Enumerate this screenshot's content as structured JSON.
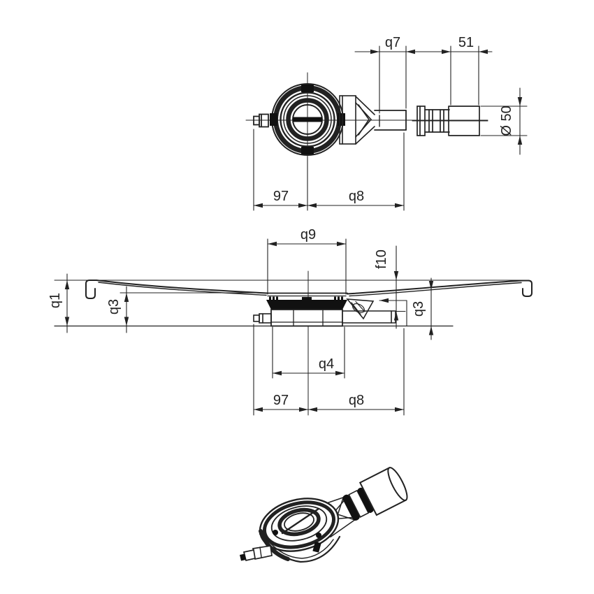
{
  "page": {
    "background_color": "#ffffff",
    "line_color": "#222222",
    "fill_color": "#111111"
  },
  "drawing": {
    "kind": "technical drawing of shower tray drain trap, three views",
    "dimensions": {
      "top": {
        "q7": "q7",
        "len_51": "51",
        "dia_50": "Ø 50",
        "len_97": "97",
        "q8": "q8"
      },
      "section": {
        "q9": "q9",
        "f10": "f10",
        "q1": "q1",
        "q3_left": "q3",
        "q4": "q4",
        "len_97": "97",
        "q8": "q8",
        "q3_right": "q3"
      }
    }
  }
}
